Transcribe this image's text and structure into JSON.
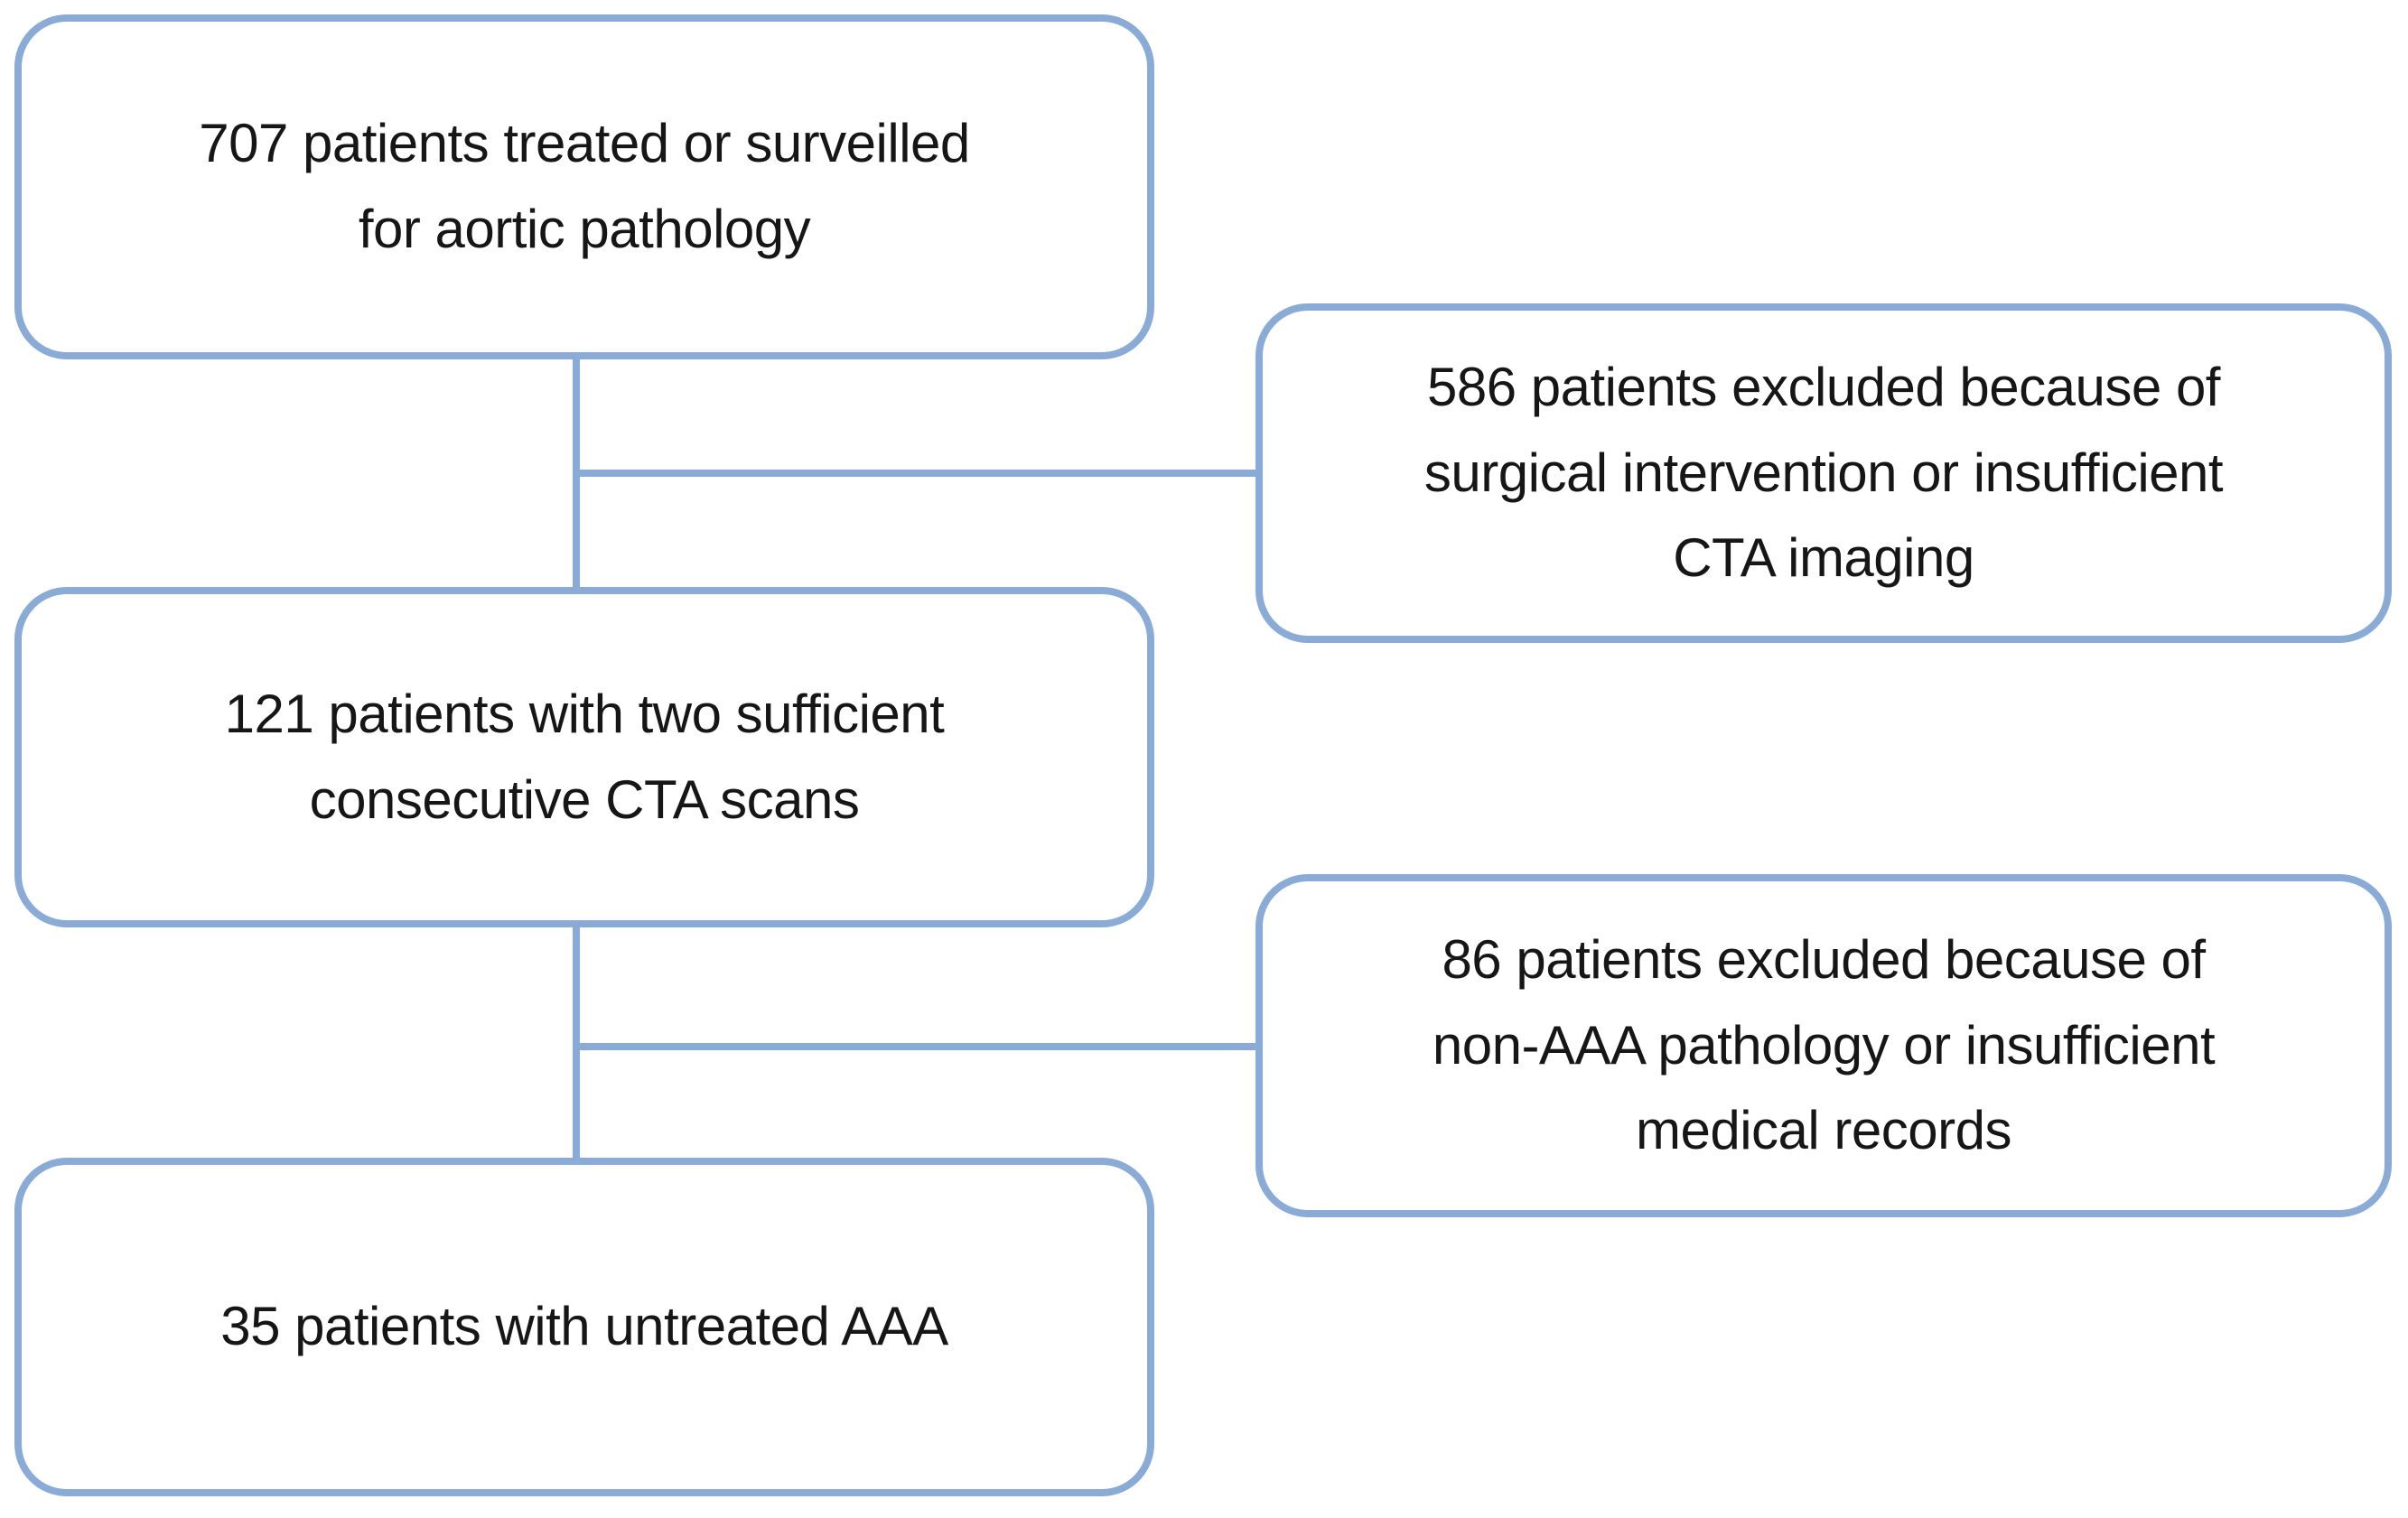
{
  "colors": {
    "accent": "#8aabd6",
    "text": "#161616",
    "background": "#ffffff"
  },
  "flowchart": {
    "boxes": [
      {
        "id": "box-707",
        "text": "707 patients treated or surveilled\nfor aortic pathology"
      },
      {
        "id": "box-586",
        "text": "586 patients excluded because of\nsurgical intervention or insufficient\nCTA imaging"
      },
      {
        "id": "box-121",
        "text": "121 patients with two sufficient\nconsecutive CTA scans"
      },
      {
        "id": "box-86",
        "text": "86 patients excluded because of\nnon-AAA pathology or insufficient\nmedical records"
      },
      {
        "id": "box-35",
        "text": "35 patients with untreated AAA"
      }
    ],
    "connectors": [
      {
        "from": "box-707",
        "to": "box-121",
        "type": "vertical"
      },
      {
        "from": "trunk-1",
        "to": "box-586",
        "type": "branch-right"
      },
      {
        "from": "box-121",
        "to": "box-35",
        "type": "vertical"
      },
      {
        "from": "trunk-2",
        "to": "box-86",
        "type": "branch-right"
      }
    ]
  }
}
